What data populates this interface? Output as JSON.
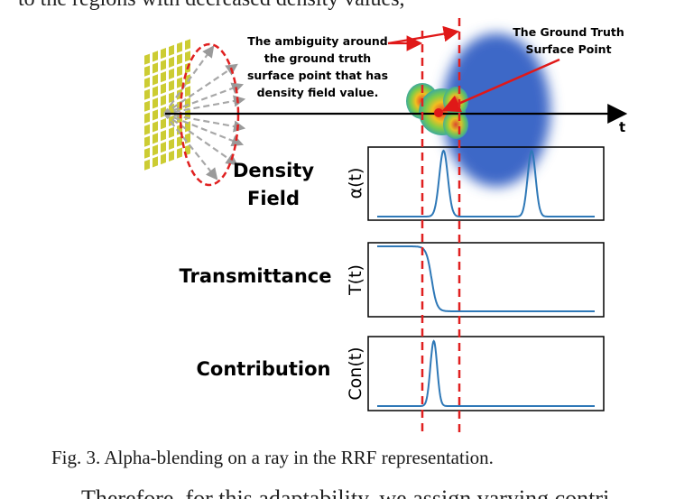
{
  "top_line": "to the regions with decreased density values,",
  "labels": {
    "ambiguity": [
      "The ambiguity around",
      "the ground truth",
      "surface point that has",
      "density field value."
    ],
    "ground_truth": [
      "The Ground Truth",
      "Surface Point"
    ],
    "axis_t": "t",
    "density_field": [
      "Density",
      "Field"
    ],
    "transmittance": "Transmittance",
    "contribution": "Contribution"
  },
  "plots": [
    {
      "ylabel": "α(t)",
      "type": "line"
    },
    {
      "ylabel": "T(t)",
      "type": "line"
    },
    {
      "ylabel": "Con(t)",
      "type": "line"
    }
  ],
  "colors": {
    "curve": "#2e78b7",
    "dashed": "#e02020",
    "blob": "#3d67c7",
    "arrow": "#e01818",
    "grid": "#cccc33"
  },
  "caption": "Fig. 3.  Alpha-blending on a ray in the RRF representation.",
  "bottom_line": "Therefore, for this adaptability, we assign varying contri"
}
